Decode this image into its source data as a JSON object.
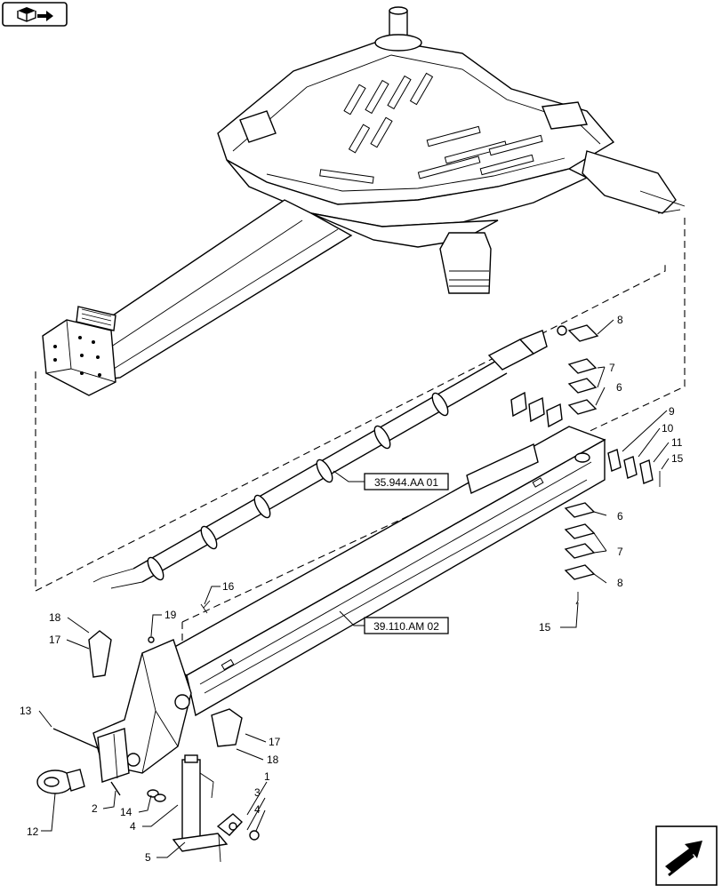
{
  "references": {
    "electrical": "35.944.AA 01",
    "frame": "39.110.AM 02"
  },
  "callouts": {
    "c1": "1",
    "c2": "2",
    "c3": "3",
    "c4a": "4",
    "c4b": "4",
    "c5": "5",
    "c6a": "6",
    "c6b": "6",
    "c7a": "7",
    "c7b": "7",
    "c8a": "8",
    "c8b": "8",
    "c9": "9",
    "c10": "10",
    "c11": "11",
    "c12": "12",
    "c13": "13",
    "c14": "14",
    "c15a": "15",
    "c15b": "15",
    "c16": "16",
    "c17a": "17",
    "c17b": "17",
    "c18a": "18",
    "c18b": "18",
    "c19": "19"
  },
  "icons": {
    "top_left": "book-arrow-icon",
    "bottom_right": "next-page-arrow-icon"
  }
}
